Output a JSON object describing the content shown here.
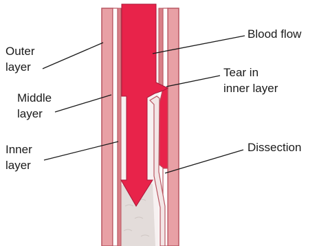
{
  "labels": {
    "outer_layer": [
      "Outer",
      "layer"
    ],
    "middle_layer": [
      "Middle",
      "layer"
    ],
    "inner_layer": [
      "Inner",
      "layer"
    ],
    "blood_flow": [
      "Blood flow"
    ],
    "tear": [
      "Tear in",
      "inner layer"
    ],
    "dissection": [
      "Dissection"
    ]
  },
  "colors": {
    "vessel_wall": "#e8a0a5",
    "wall_edge": "#b85560",
    "inner_lining": "#d98088",
    "blood": "#e8234a",
    "lumen": "#f7f1f1",
    "clot": "#e3dcda"
  }
}
